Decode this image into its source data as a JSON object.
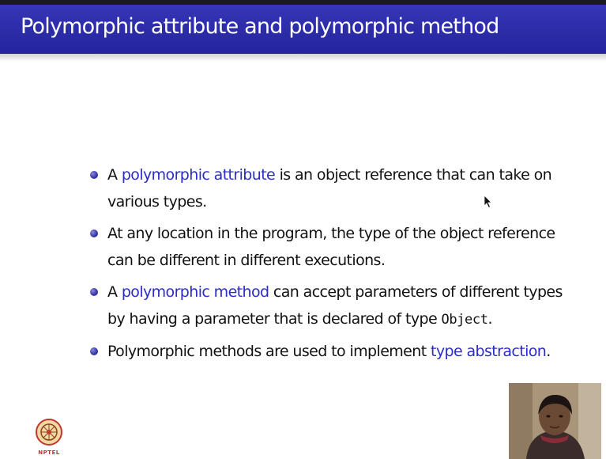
{
  "slide": {
    "title": "Polymorphic attribute and polymorphic method",
    "bullets": [
      {
        "parts": [
          {
            "text": "A ",
            "style": "normal"
          },
          {
            "text": "polymorphic attribute",
            "style": "highlight"
          },
          {
            "text": " is an object reference that can take on various types.",
            "style": "normal"
          }
        ]
      },
      {
        "parts": [
          {
            "text": "At any location in the program, the type of the object reference can be different in different executions.",
            "style": "normal"
          }
        ]
      },
      {
        "parts": [
          {
            "text": "A ",
            "style": "normal"
          },
          {
            "text": "polymorphic method",
            "style": "highlight"
          },
          {
            "text": " can accept parameters of different types by having a parameter that is declared of type ",
            "style": "normal"
          },
          {
            "text": "Object",
            "style": "code"
          },
          {
            "text": ".",
            "style": "normal"
          }
        ]
      },
      {
        "parts": [
          {
            "text": "Polymorphic methods are used to implement ",
            "style": "normal"
          },
          {
            "text": "type abstraction",
            "style": "highlight"
          },
          {
            "text": ".",
            "style": "normal"
          }
        ]
      }
    ],
    "logo_caption": "NPTEL"
  },
  "colors": {
    "title_bar": "#2b2ba6",
    "highlight": "#2b2bc8",
    "body_text": "#111111"
  },
  "icons": {
    "cursor": "mouse-pointer-icon",
    "logo": "nptel-logo-icon",
    "bullet": "bullet-dot-icon",
    "video": "presenter-webcam"
  }
}
